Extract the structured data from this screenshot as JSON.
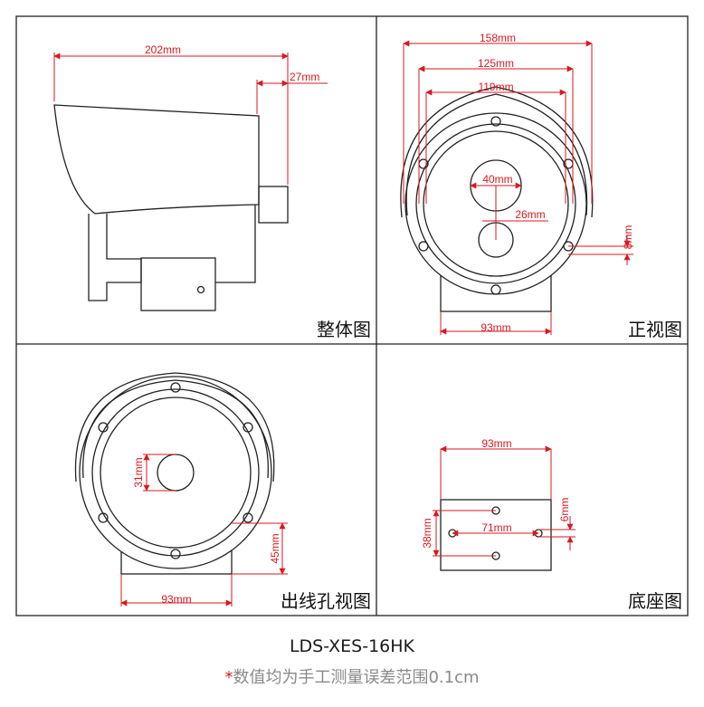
{
  "panels": {
    "overall": {
      "label": "整体图",
      "dims": {
        "total_length": "202mm",
        "lens_offset": "27mm"
      }
    },
    "front": {
      "label": "正视图",
      "dims": {
        "outer_diameter": "158mm",
        "middle_diameter": "125mm",
        "inner_diameter": "119mm",
        "lens_large": "40mm",
        "center_spacing": "26mm",
        "hole_offset": "8mm",
        "base_width": "93mm"
      }
    },
    "cable": {
      "label": "出线孔视图",
      "dims": {
        "hole_diameter": "31mm",
        "base_height": "45mm",
        "base_width": "93mm"
      }
    },
    "base": {
      "label": "底座图",
      "dims": {
        "width": "93mm",
        "height": "38mm",
        "hole_spacing": "71mm",
        "hole_offset": "6mm"
      }
    }
  },
  "footer": {
    "model": "LDS-XES-16HK",
    "note_star": "*",
    "note": "数值均为手工测量误差范围0.1cm"
  },
  "colors": {
    "line": "#222222",
    "dimension": "#d71920",
    "note": "#8a8a8a"
  }
}
